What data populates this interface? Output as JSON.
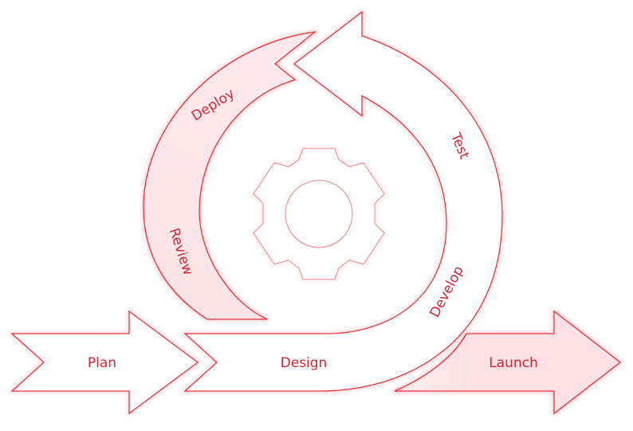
{
  "diagram": {
    "stages": {
      "plan": "Plan",
      "design": "Design",
      "develop": "Develop",
      "test": "Test",
      "deploy": "Deploy",
      "review": "Review",
      "launch": "Launch"
    },
    "center_icon": "gear-icon",
    "colors": {
      "stroke": "#e8323c",
      "text": "#d2283a",
      "fill_tint": "#fde7e9",
      "glow": "#f06a72"
    }
  }
}
